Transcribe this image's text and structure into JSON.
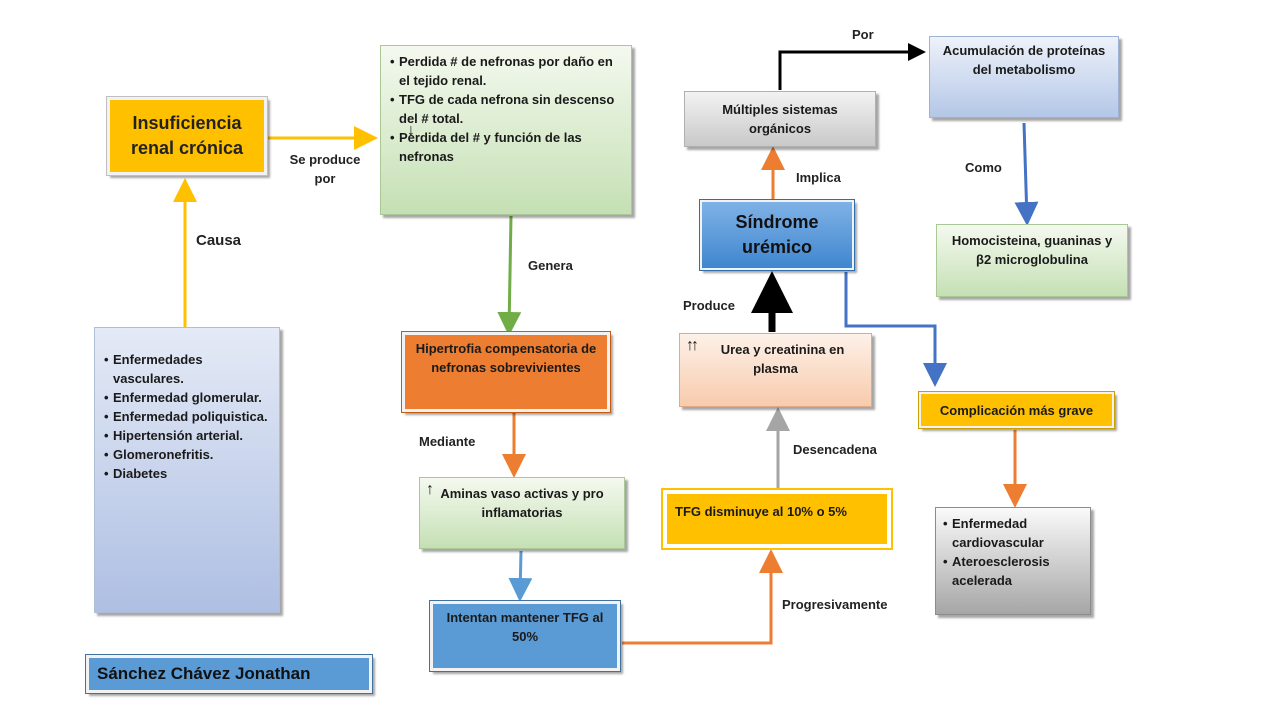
{
  "boxes": {
    "irc": "Insuficiencia renal crónica",
    "causes": [
      "Enfermedades vasculares.",
      "Enfermedad glomerular.",
      "Enfermedad poliquistica.",
      "Hipertensión arterial.",
      "Glomeronefritis.",
      "Diabetes"
    ],
    "nephron_loss": [
      "Perdida # de nefronas por daño en el tejido renal.",
      "TFG de cada nefrona sin descenso del # total.",
      "Perdida del # y función de las nefronas"
    ],
    "hypertrophy": "Hipertrofia compensatoria de nefronas sobrevivientes",
    "amines": "Aminas vaso activas y pro inflamatorias",
    "maintain": "Intentan mantener TFG al 50%",
    "tfg_drop": "TFG disminuye al 10% o 5%",
    "urea": "Urea y creatinina en plasma",
    "uremic": "Síndrome urémico",
    "systems": "Múltiples sistemas orgánicos",
    "protein": "Acumulación de proteínas del metabolismo",
    "homocisteina": "Homocisteina, guaninas y β2 microglobulina",
    "complication": "Complicación más grave",
    "cardio": [
      "Enfermedad cardiovascular",
      "Ateroesclerosis acelerada"
    ],
    "author": "Sánchez Chávez Jonathan"
  },
  "labels": {
    "causa": "Causa",
    "se_produce": "Se produce por",
    "genera": "Genera",
    "mediante": "Mediante",
    "progresivamente": "Progresivamente",
    "desencadena": "Desencadena",
    "produce": "Produce",
    "implica": "Implica",
    "por": "Por",
    "como": "Como"
  },
  "icons": {
    "up_arrow": "↑",
    "double_up_arrow": "↑↑",
    "down_arrow": "↓"
  },
  "colors": {
    "yellow": "#ffc000",
    "green_arrow": "#70ad47",
    "orange": "#ed7d31",
    "blue": "#4472c4",
    "light_blue": "#5b9bd5",
    "gray": "#a5a5a5"
  }
}
